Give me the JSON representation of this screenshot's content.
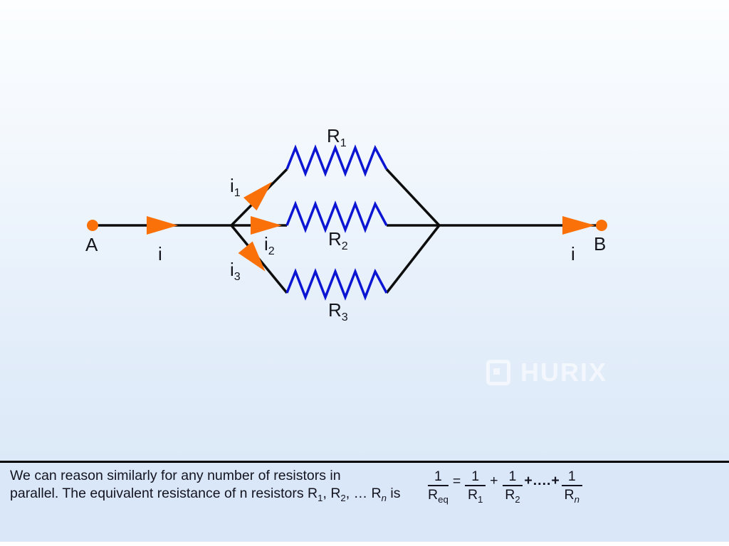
{
  "colors": {
    "accent_orange": "#f97108",
    "resistor_blue": "#0c15d2",
    "wire_black": "#0d0d0d"
  },
  "diagram": {
    "node_a": "A",
    "node_b": "B",
    "current_in": "i",
    "current_out": "i",
    "i1_base": "i",
    "i1_sub": "1",
    "i2_base": "i",
    "i2_sub": "2",
    "i3_base": "i",
    "i3_sub": "3",
    "r1_base": "R",
    "r1_sub": "1",
    "r2_base": "R",
    "r2_sub": "2",
    "r3_base": "R",
    "r3_sub": "3"
  },
  "watermark": {
    "text": "HURIX"
  },
  "caption": {
    "line1": "We can reason similarly for any number of resistors in",
    "line2_a": "parallel. The equivalent resistance of n resistors R",
    "line2_sub1": "1",
    "line2_b": ", R",
    "line2_sub2": "2",
    "line2_c": ", … R",
    "line2_subn": "n",
    "line2_d": " is"
  },
  "formula": {
    "num1": "1",
    "den1_base": "R",
    "den1_sub": "eq",
    "equals": "=",
    "num2": "1",
    "den2_base": "R",
    "den2_sub": "1",
    "plus": "+",
    "num3": "1",
    "den3_base": "R",
    "den3_sub": "2",
    "dots": "+....+",
    "num4": "1",
    "den4_base": "R",
    "den4_sub": "n"
  }
}
